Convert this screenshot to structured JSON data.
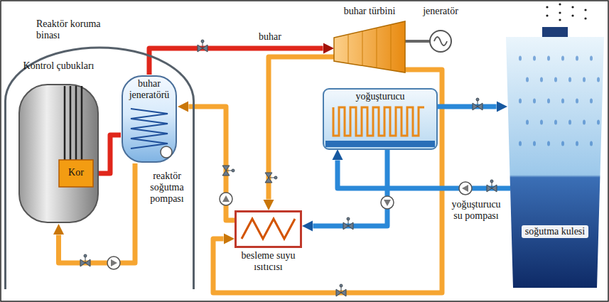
{
  "diagram": {
    "nodes": [
      {
        "text": [
          "Reaktör koruma binası"
        ]
      },
      {
        "text": [
          "Kontrol çubukları"
        ],
        "in": 0
      },
      {
        "text": [
          "Kor"
        ],
        "in": 1
      },
      {
        "text": [
          "buhar jeneratörü"
        ],
        "in": 0
      },
      {
        "text": [
          "buhar türbini"
        ]
      },
      {
        "text": [
          "jeneratör"
        ]
      },
      {
        "text": [
          "yoğuşturucu"
        ]
      },
      {
        "text": [
          "besleme suyu ısıtıcısı"
        ]
      },
      {
        "text": [
          "soğutma kulesi"
        ]
      }
    ],
    "edges": [
      {
        "from": 2,
        "to": 3,
        "arrow": "none"
      },
      {
        "from": 3,
        "to": 1,
        "arrow": "to"
      },
      {
        "from": 3,
        "to": 4,
        "label": "buhar",
        "arrow": "to"
      },
      {
        "from": 4,
        "to": 5,
        "arrow": "none"
      },
      {
        "from": 4,
        "to": 7,
        "arrow": "to"
      },
      {
        "from": 4,
        "to": 7,
        "arrow": "to"
      },
      {
        "from": 6,
        "to": 7,
        "arrow": "to"
      },
      {
        "from": 7,
        "to": 3,
        "arrow": "to"
      },
      {
        "from": 6,
        "to": 8,
        "arrow": "to"
      },
      {
        "from": 8,
        "to": 6,
        "arrow": "to"
      }
    ],
    "labels": [
      "reaktör soğutma pompası",
      "yoğuşturucu su pompası"
    ]
  }
}
